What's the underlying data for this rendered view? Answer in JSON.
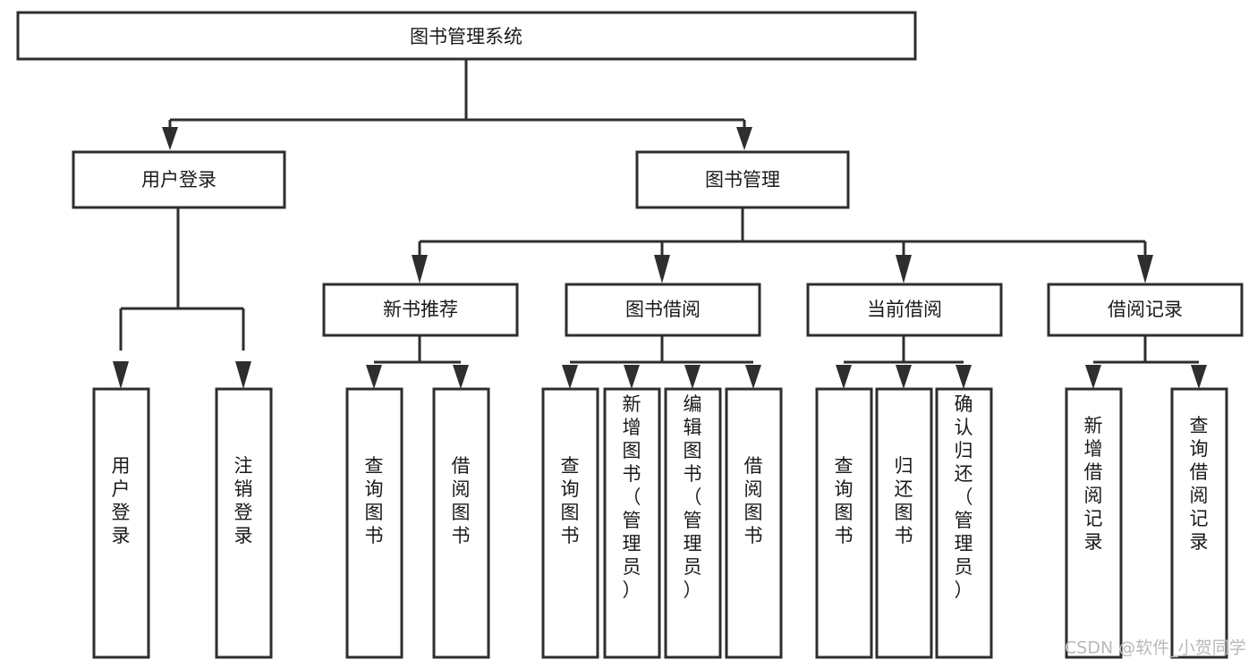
{
  "diagram": {
    "title": "图书管理系统",
    "type": "tree-hierarchy",
    "root": {
      "label": "图书管理系统"
    },
    "level2": [
      {
        "label": "用户登录"
      },
      {
        "label": "图书管理"
      }
    ],
    "level3": [
      {
        "label": "新书推荐"
      },
      {
        "label": "图书借阅"
      },
      {
        "label": "当前借阅"
      },
      {
        "label": "借阅记录"
      }
    ],
    "leaves": {
      "user_login": [
        {
          "label": "用户登录"
        },
        {
          "label": "注销登录"
        }
      ],
      "new_book_recommend": [
        {
          "label": "查询图书"
        },
        {
          "label": "借阅图书"
        }
      ],
      "book_borrow": [
        {
          "label": "查询图书"
        },
        {
          "label": "新增图书（管理员）"
        },
        {
          "label": "编辑图书（管理员）"
        },
        {
          "label": "借阅图书"
        }
      ],
      "current_borrow": [
        {
          "label": "查询图书"
        },
        {
          "label": "归还图书"
        },
        {
          "label": "确认归还（管理员）"
        }
      ],
      "borrow_record": [
        {
          "label": "新增借阅记录"
        },
        {
          "label": "查询借阅记录"
        }
      ]
    }
  },
  "watermark": {
    "text": "CSDN @软件_小贺同学"
  },
  "colors": {
    "background": "#ffffff",
    "box_fill": "#ffffff",
    "box_stroke": "#2e2e2e",
    "text": "#1a1a1a",
    "watermark": "#b9b9b9"
  }
}
